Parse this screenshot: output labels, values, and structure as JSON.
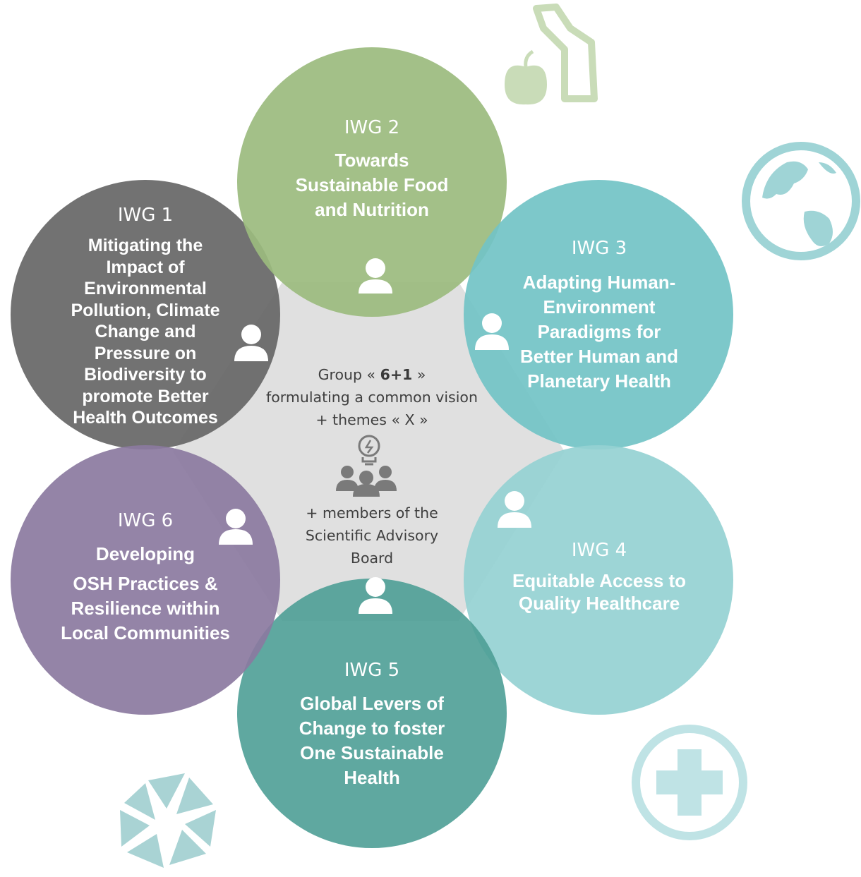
{
  "center": {
    "line1_prefix": "Group « ",
    "line1_bold": "6+1",
    "line1_suffix": " »",
    "line2": "formulating a common vision",
    "line3": "+ themes « X »",
    "line4": "+ members of the",
    "line5": "Scientific  Advisory",
    "line6": "Board"
  },
  "groups": [
    {
      "id": "IWG 1",
      "title": [
        "Mitigating the",
        "Impact of",
        "Environmental",
        "Pollution, Climate",
        "Change and",
        "Pressure on",
        "Biodiversity to",
        "promote Better",
        "Health Outcomes"
      ],
      "color": "#666666"
    },
    {
      "id": "IWG 2",
      "title": [
        "Towards",
        "Sustainable Food",
        "and Nutrition"
      ],
      "color": "#9bbb7e"
    },
    {
      "id": "IWG 3",
      "title": [
        "Adapting Human-",
        "Environment",
        "Paradigms for",
        "Better Human and",
        "Planetary Health"
      ],
      "color": "#72c3c5"
    },
    {
      "id": "IWG 4",
      "title": [
        "Equitable Access to",
        "Quality Healthcare"
      ],
      "color": "#95d1d3"
    },
    {
      "id": "IWG 5",
      "title": [
        "Global Levers of",
        "Change to foster",
        "One Sustainable",
        "Health"
      ],
      "color": "#4e9f96"
    },
    {
      "id": "IWG 6",
      "title": [
        "Developing",
        "OSH Practices &",
        "Resilience within",
        "Local Communities"
      ],
      "color": "#8b7aa0"
    }
  ],
  "colors": {
    "center_fill": "#e0e0e0",
    "deco_teal": "#9fd4d6",
    "deco_green": "#c9dcb8"
  },
  "icons": [
    "apple-box-icon",
    "globe-icon",
    "medical-cross-icon",
    "aperture-icon",
    "person-icon",
    "lightbulb-icon",
    "team-icon"
  ]
}
